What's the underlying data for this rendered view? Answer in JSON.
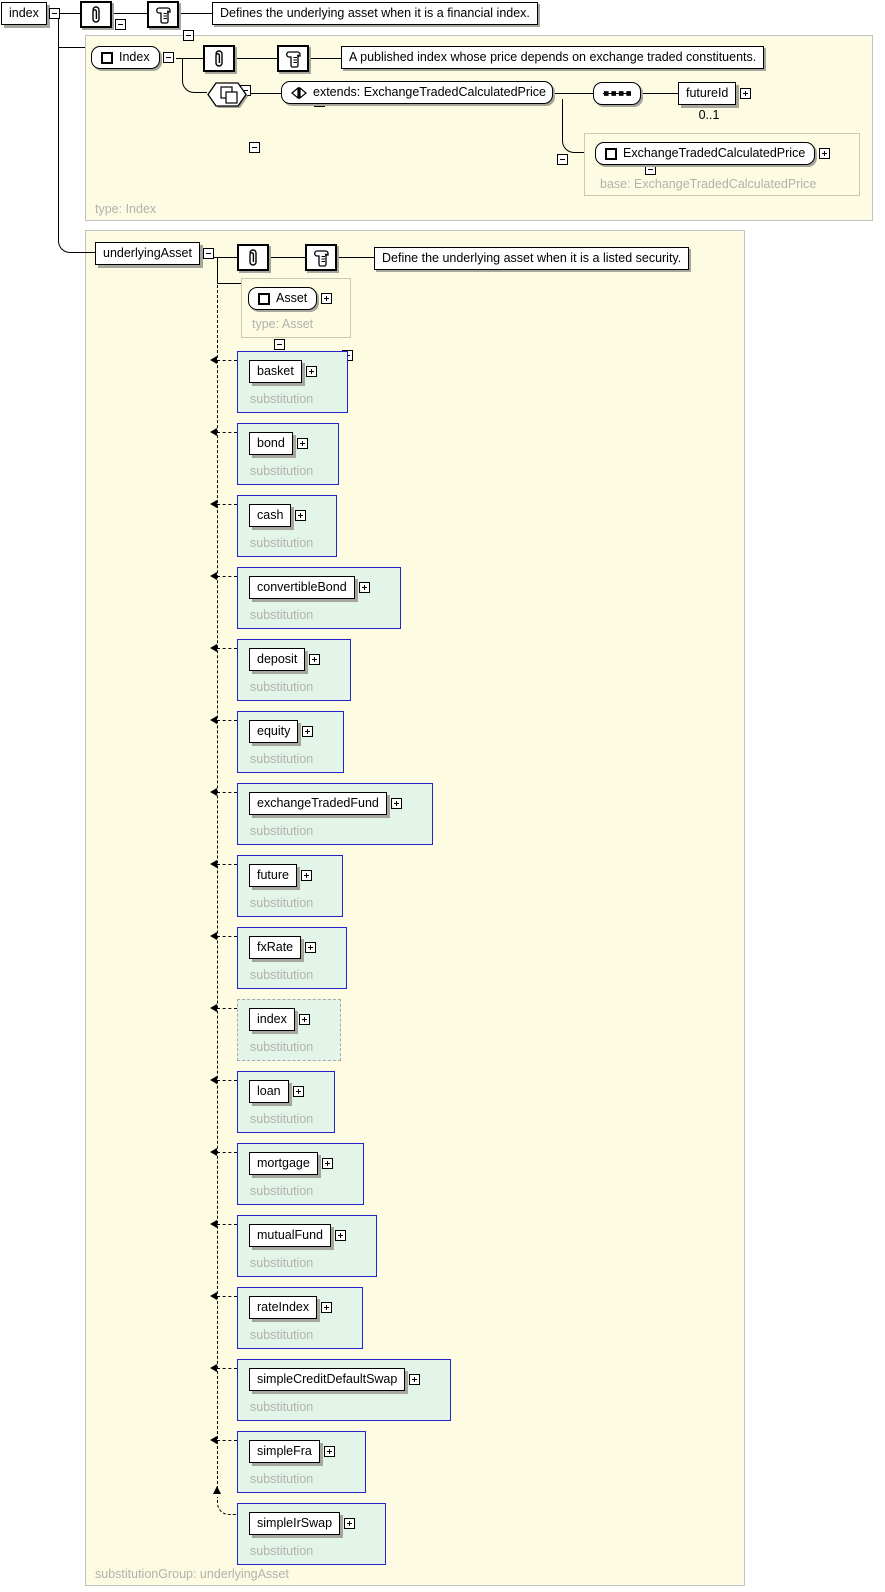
{
  "root_element": {
    "label": "index",
    "documentation": "Defines the underlying asset when it is a financial index."
  },
  "index_type": {
    "name": "Index",
    "documentation": "A published index whose price depends on exchange traded constituents.",
    "derivation": "extends: ExchangeTradedCalculatedPrice",
    "child": {
      "label": "futureId",
      "cardinality": "0..1"
    },
    "base_box": {
      "name": "ExchangeTradedCalculatedPrice",
      "caption": "base: ExchangeTradedCalculatedPrice"
    },
    "footer": "type: Index"
  },
  "underlying_asset": {
    "label": "underlyingAsset",
    "documentation": "Define the underlying asset when it is a listed security.",
    "type_box": {
      "name": "Asset",
      "caption": "type: Asset"
    },
    "substitution_caption": "substitution",
    "items": [
      {
        "label": "basket"
      },
      {
        "label": "bond"
      },
      {
        "label": "cash"
      },
      {
        "label": "convertibleBond"
      },
      {
        "label": "deposit"
      },
      {
        "label": "equity"
      },
      {
        "label": "exchangeTradedFund"
      },
      {
        "label": "future"
      },
      {
        "label": "fxRate"
      },
      {
        "label": "index",
        "current": true
      },
      {
        "label": "loan"
      },
      {
        "label": "mortgage"
      },
      {
        "label": "mutualFund"
      },
      {
        "label": "rateIndex"
      },
      {
        "label": "simpleCreditDefaultSwap"
      },
      {
        "label": "simpleFra"
      },
      {
        "label": "simpleIrSwap"
      }
    ],
    "footer": "substitutionGroup: underlyingAsset"
  },
  "icons": {
    "annotation": "paperclip-icon",
    "documentation": "scroll-icon",
    "sequence": "sequence-icon",
    "derivation": "derived-by-icon",
    "extension": "extends-icon",
    "complex_type": "square-icon",
    "expand": "plus-button",
    "collapse": "minus-button"
  },
  "colors": {
    "container_fill": "#FDFBE1",
    "container_border": "#C2C2C4",
    "substitution_fill": "#E3F5E9",
    "substitution_border": "#2323CE",
    "current_border": "#A9A9A9",
    "muted_text": "#B2B2AE"
  }
}
